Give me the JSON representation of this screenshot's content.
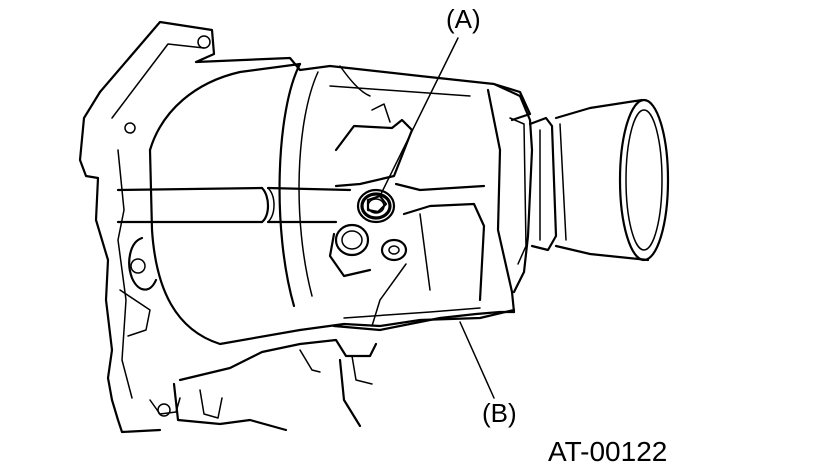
{
  "diagram": {
    "callouts": [
      {
        "id": "A",
        "text": "(A)"
      },
      {
        "id": "B",
        "text": "(B)"
      }
    ],
    "figure_code": "AT-00122"
  }
}
